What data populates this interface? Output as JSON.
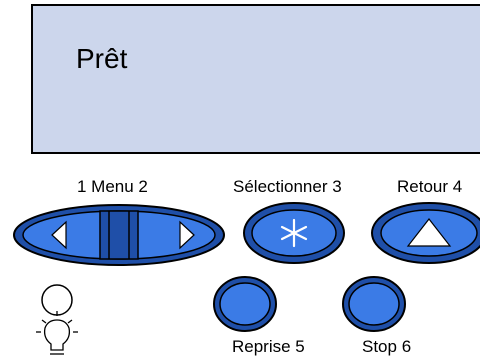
{
  "display": {
    "status_text": "Prêt"
  },
  "labels": {
    "menu": "1  Menu  2",
    "select": "Sélectionner  3",
    "back": "Retour  4",
    "resume": "Reprise  5",
    "stop": "Stop  6"
  },
  "colors": {
    "lcd": "#ccd6ec",
    "button": "#1f4fa8",
    "button_inner": "#3b7be6"
  },
  "icons": [
    "left-arrow-icon",
    "right-arrow-icon",
    "asterisk-icon",
    "up-arrow-icon",
    "ready-light-icon"
  ]
}
